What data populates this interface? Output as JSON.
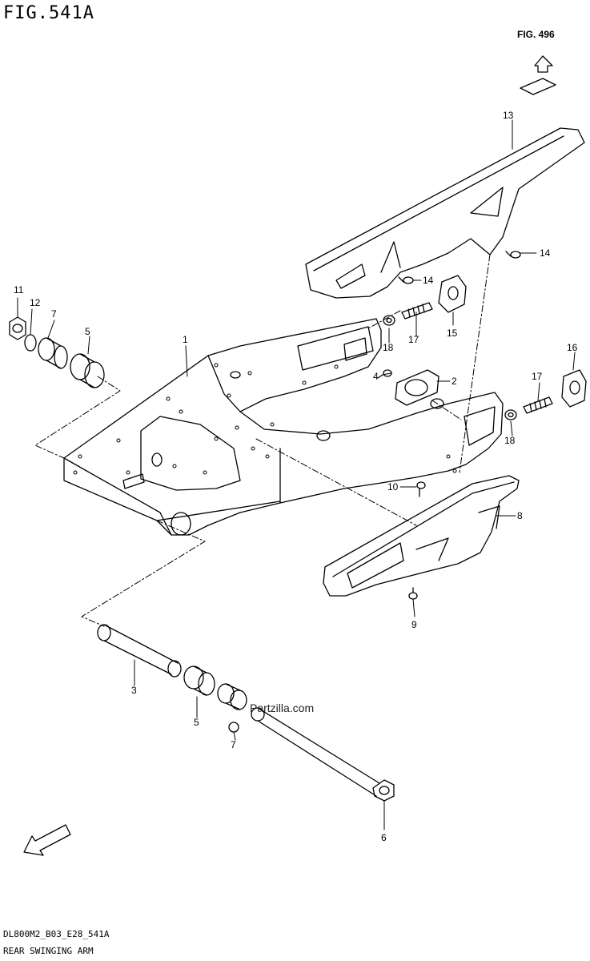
{
  "page": {
    "title": "FIG.541A",
    "figure_reference": "FIG. 496",
    "watermark": "Partzilla.com",
    "model_code": "DL800M2_B03_E28_541A",
    "section_name": "REAR SWINGING ARM",
    "fwd_label": "FWD"
  },
  "callouts": [
    {
      "id": "c1",
      "label": "1"
    },
    {
      "id": "c2",
      "label": "2"
    },
    {
      "id": "c3",
      "label": "3"
    },
    {
      "id": "c4",
      "label": "4"
    },
    {
      "id": "c5a",
      "label": "5"
    },
    {
      "id": "c5b",
      "label": "5"
    },
    {
      "id": "c6",
      "label": "6"
    },
    {
      "id": "c7a",
      "label": "7"
    },
    {
      "id": "c7b",
      "label": "7"
    },
    {
      "id": "c8",
      "label": "8"
    },
    {
      "id": "c9",
      "label": "9"
    },
    {
      "id": "c10",
      "label": "10"
    },
    {
      "id": "c11",
      "label": "11"
    },
    {
      "id": "c12",
      "label": "12"
    },
    {
      "id": "c13",
      "label": "13"
    },
    {
      "id": "c14a",
      "label": "14"
    },
    {
      "id": "c14b",
      "label": "14"
    },
    {
      "id": "c15",
      "label": "15"
    },
    {
      "id": "c16",
      "label": "16"
    },
    {
      "id": "c17a",
      "label": "17"
    },
    {
      "id": "c17b",
      "label": "17"
    },
    {
      "id": "c18a",
      "label": "18"
    },
    {
      "id": "c18b",
      "label": "18"
    }
  ]
}
